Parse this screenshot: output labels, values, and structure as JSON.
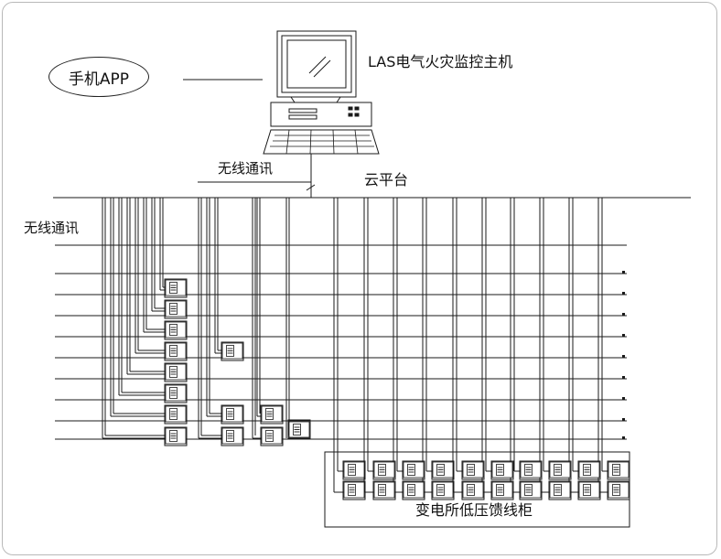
{
  "labels": {
    "mobile_app": "手机APP",
    "host": "LAS电气火灾监控主机",
    "wireless_top": "无线通讯",
    "cloud": "云平台",
    "wireless_left": "无线通讯",
    "cabinet": "变电所低压馈线柜"
  },
  "colors": {
    "line": "#1a1a1a",
    "frame": "#b9b9b9"
  },
  "icons": [
    "computer-icon",
    "monitor-module-icon"
  ]
}
